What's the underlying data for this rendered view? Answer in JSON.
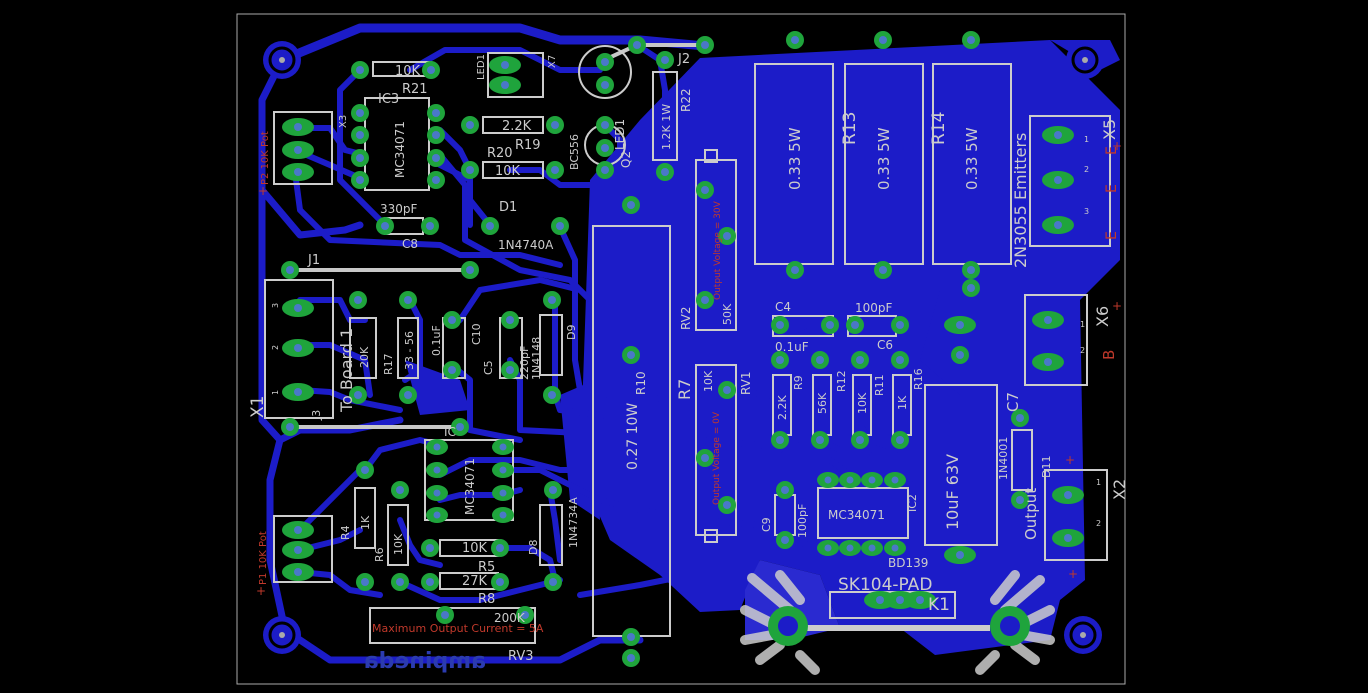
{
  "board": {
    "author": "ampineda",
    "colors": {
      "background": "#000000",
      "copper": "#1c1cc8",
      "copper_light": "#4a4ae6",
      "pad": "#1fa43c",
      "drill": "#4a78c8",
      "silkscreen": "#cccccc",
      "value_text": "#c0392b",
      "outline": "#aaaaaa"
    }
  },
  "labels": {
    "r21_val": "10K",
    "r21": "R21",
    "ic3": "IC3",
    "ic3_part": "MC34071",
    "led1_hdr": "LED1",
    "x7": "X7",
    "j2": "J2",
    "r22": "R22",
    "r22_val": "1.2K 1W",
    "led1": "LED1",
    "q2": "Q2",
    "bc556": "BC556",
    "r19_val": "2.2K",
    "r19": "R19",
    "r20": "R20",
    "r20_val": "10K",
    "c8_val": "330pF",
    "c8": "C8",
    "d1": "D1",
    "d1_part": "1N4740A",
    "x3": "X3",
    "p2": "P2 10K Pot",
    "j1": "J1",
    "to_board": "To Board 1",
    "x1": "X1",
    "j3": "J3",
    "r17": "R17",
    "r17_val": "20K",
    "r18_val": "33 - 56",
    "c10": "C10",
    "c10_val": "0.1uF",
    "c5": "C5",
    "c5_val": "220pF",
    "d9_part": "1N4148",
    "d9": "D9",
    "r10": "R10",
    "r10_val": "0.27 10W",
    "r7": "R7",
    "rv2": "RV2",
    "rv2_val": "50K",
    "rv2_note": "Output Voltage = 30V",
    "rv1": "RV1",
    "rv1_val": "10K",
    "rv1_note": "Output Voltage = 0V",
    "r_val": "0.33 5W",
    "r13": "R13",
    "r14": "R14",
    "x5_note": "2N3055 Emitters",
    "x5": "X5",
    "e1": "E",
    "e2": "E",
    "e3": "E",
    "c4": "C4",
    "c4_val": "0.1uF",
    "c6_val": "100pF",
    "c6": "C6",
    "x6": "X6",
    "b": "B",
    "c7": "C7",
    "c7_val": "10uF 63V",
    "d11": "D11",
    "d11_part": "1N4001",
    "x2": "X2",
    "output": "Output",
    "r9": "R9",
    "r9_val": "2.2K",
    "r12": "R12",
    "r12_val": "56K",
    "r11_val": "10K",
    "r11": "R11",
    "r16": "R16",
    "r16_val": "1K",
    "ic_top": "IC",
    "ic_part": "MC34071",
    "r4": "R4",
    "r4_val": "1K",
    "r6": "R6",
    "r6_val": "10K",
    "r5_val": "10K",
    "r5": "R5",
    "d8": "D8",
    "d8_part": "1N4734A",
    "r8_val": "27K",
    "r8": "R8",
    "p1": "P1 10K Pot",
    "rv3_val": "200K",
    "rv3": "RV3",
    "rv3_note": "Maximum Output Current = 5A",
    "c9": "C9",
    "c9_val": "100pF",
    "ic2_part": "MC34071",
    "ic2": "IC2",
    "bd139": "BD139",
    "sk104": "SK104-PAD",
    "k1": "K1",
    "pin1": "1",
    "pin2": "2",
    "pin3": "3",
    "plus": "+"
  }
}
